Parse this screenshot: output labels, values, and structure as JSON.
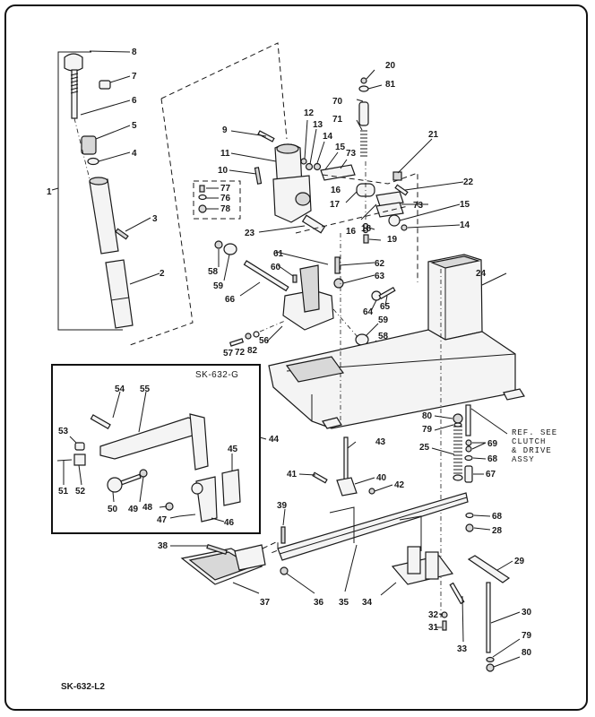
{
  "drawing": {
    "code": "SK-632-L2",
    "inset_code": "SK-632-G",
    "reference_note": [
      "REF. SEE",
      "CLUTCH",
      "& DRIVE",
      "ASSY"
    ]
  },
  "callouts": {
    "c1": "1",
    "c2": "2",
    "c3": "3",
    "c4": "4",
    "c5": "5",
    "c6": "6",
    "c7": "7",
    "c8": "8",
    "c9": "9",
    "c10": "10",
    "c11": "11",
    "c12": "12",
    "c13": "13",
    "c14a": "14",
    "c14b": "14",
    "c15a": "15",
    "c15b": "15",
    "c16a": "16",
    "c16b": "16",
    "c17": "17",
    "c18": "18",
    "c19": "19",
    "c20": "20",
    "c21": "21",
    "c22": "22",
    "c23": "23",
    "c24": "24",
    "c25": "25",
    "c28": "28",
    "c29": "29",
    "c30": "30",
    "c31": "31",
    "c32": "32",
    "c33": "33",
    "c34": "34",
    "c35": "35",
    "c36": "36",
    "c37": "37",
    "c38": "38",
    "c39": "39",
    "c40": "40",
    "c41": "41",
    "c42": "42",
    "c43": "43",
    "c44": "44",
    "c45": "45",
    "c46": "46",
    "c47": "47",
    "c48": "48",
    "c49": "49",
    "c50": "50",
    "c51": "51",
    "c52": "52",
    "c53": "53",
    "c54": "54",
    "c55": "55",
    "c56": "56",
    "c57": "57",
    "c58a": "58",
    "c58b": "58",
    "c59a": "59",
    "c59b": "59",
    "c60": "60",
    "c61": "61",
    "c62": "62",
    "c63": "63",
    "c64": "64",
    "c65": "65",
    "c66": "66",
    "c67": "67",
    "c68a": "68",
    "c68b": "68",
    "c69": "69",
    "c70": "70",
    "c71": "71",
    "c72": "72",
    "c73a": "73",
    "c73b": "73",
    "c76": "76",
    "c77": "77",
    "c78": "78",
    "c79a": "79",
    "c79b": "79",
    "c80a": "80",
    "c80b": "80",
    "c81": "81",
    "c82": "82"
  }
}
